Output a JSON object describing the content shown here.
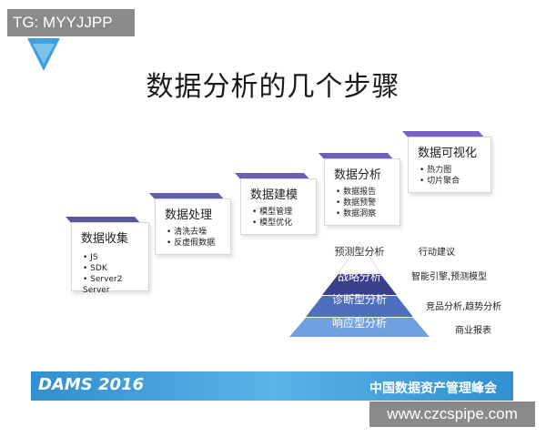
{
  "watermark_top": "TG: MYYJJPP",
  "title": "数据分析的几个步骤",
  "steps": [
    {
      "title": "数据收集",
      "items": [
        "JS",
        "SDK",
        "Server2 Server"
      ],
      "color": "#5a5a9a"
    },
    {
      "title": "数据处理",
      "items": [
        "清洗去噪",
        "反虚假数据"
      ],
      "color": "#5f5fa5"
    },
    {
      "title": "数据建模",
      "items": [
        "模型管理",
        "模型优化"
      ],
      "color": "#6b5fb0"
    },
    {
      "title": "数据分析",
      "items": [
        "数据报告",
        "数据预警",
        "数据洞察"
      ],
      "color": "#7060b8"
    },
    {
      "title": "数据可视化",
      "items": [
        "热力图",
        "切片聚合"
      ],
      "color": "#7a62c0"
    }
  ],
  "pyramid": {
    "levels": [
      {
        "label": "预测型分析",
        "side": "行动建议"
      },
      {
        "label": "战略分析",
        "side": "智能引擎,预测模型"
      },
      {
        "label": "诊断型分析",
        "side": "竞品分析,趋势分析"
      },
      {
        "label": "响应型分析",
        "side": "商业报表"
      }
    ],
    "colors": [
      "#3a3f8f",
      "#4e6ec0",
      "#6f9fe0"
    ]
  },
  "banner": {
    "left": "DAMS 2016",
    "right": "中国数据资产管理峰会",
    "color": "#3b95d2"
  },
  "watermark_bottom": "www.czcspipe.com",
  "logo_color": "#3da0e0"
}
